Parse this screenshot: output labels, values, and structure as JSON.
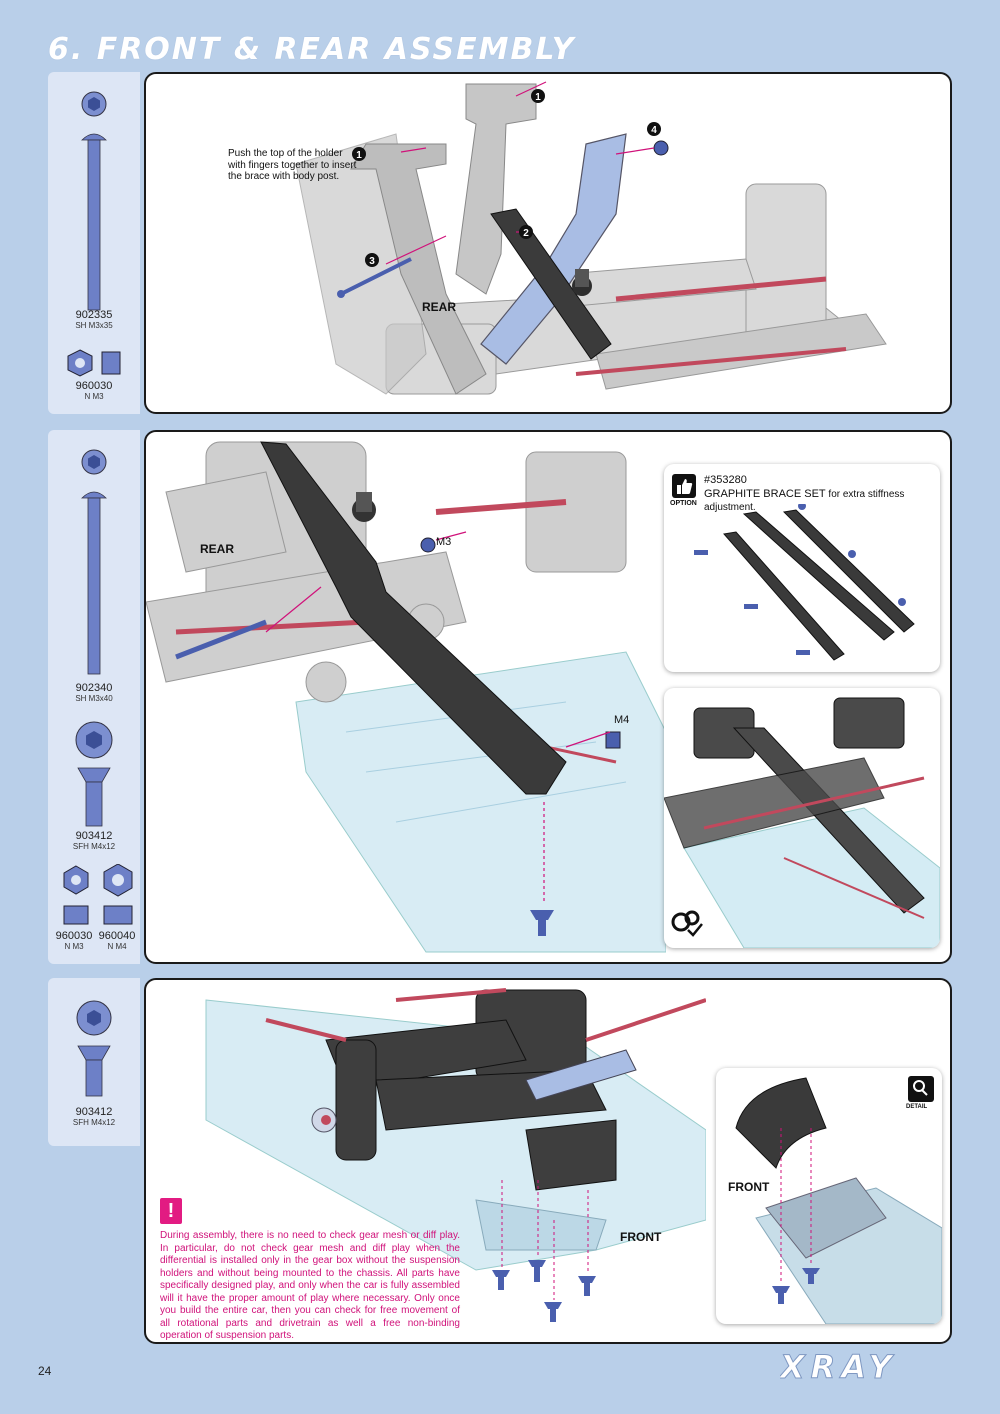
{
  "page": {
    "title": "6. FRONT & REAR ASSEMBLY",
    "page_number": "24",
    "brand": "XRAY"
  },
  "step1": {
    "parts": [
      {
        "code": "902335",
        "desc": "SH M3x35"
      },
      {
        "code": "960030",
        "desc": "N M3"
      }
    ],
    "instruction": "Push the top of the holder with fingers together to insert the brace with body post.",
    "callouts": [
      "1",
      "1",
      "2",
      "3",
      "4"
    ],
    "rear_label": "REAR"
  },
  "step2": {
    "parts": [
      {
        "code": "902340",
        "desc": "SH M3x40"
      },
      {
        "code": "903412",
        "desc": "SFH M4x12"
      },
      {
        "code": "960030",
        "desc": "N M3"
      },
      {
        "code": "960040",
        "desc": "N M4"
      }
    ],
    "rear_label": "REAR",
    "m3_label": "M3",
    "m4_label": "M4",
    "option": {
      "badge": "OPTION",
      "code": "#353280",
      "name": "GRAPHITE BRACE SET",
      "desc": " for extra stiffness adjustment."
    }
  },
  "step3": {
    "parts": [
      {
        "code": "903412",
        "desc": "SFH M4x12"
      }
    ],
    "front_label": "FRONT",
    "detail_badge": "DETAIL",
    "detail_front_label": "FRONT",
    "warning": "During assembly, there is no need to check gear mesh or diff play. In particular, do not check gear mesh and diff play when the differential is installed only in the gear box without the suspension holders and without being mounted to the chassis. All parts have specifically designed play, and only when the car is fully assembled will it have the proper amount of play where necessary. Only once you build the entire car, then you can check for free movement of all rotational parts and drivetrain as well a free non-binding operation of suspension parts."
  },
  "colors": {
    "background": "#b9cfe9",
    "accent": "#e21b82",
    "part_blue": "#4a5fae",
    "graphite": "#333333"
  }
}
